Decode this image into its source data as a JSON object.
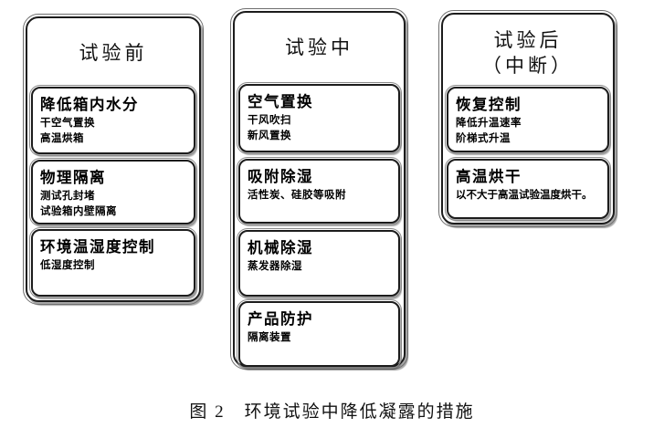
{
  "caption": "图 2　环境试验中降低凝露的措施",
  "columns": [
    {
      "title": "试验前",
      "boxes": [
        {
          "heading": "降低箱内水分",
          "lines": [
            "干空气置换",
            "高温烘箱"
          ]
        },
        {
          "heading": "物理隔离",
          "lines": [
            "测试孔封堵",
            "试验箱内壁隔离"
          ]
        },
        {
          "heading": "环境温湿度控制",
          "lines": [
            "低湿度控制"
          ]
        }
      ]
    },
    {
      "title": "试验中",
      "boxes": [
        {
          "heading": "空气置换",
          "lines": [
            "干风吹扫",
            "新风置换"
          ]
        },
        {
          "heading": "吸附除湿",
          "lines": [
            "活性炭、硅胶等吸附"
          ]
        },
        {
          "heading": "机械除湿",
          "lines": [
            "蒸发器除湿"
          ]
        },
        {
          "heading": "产品防护",
          "lines": [
            "隔离装置"
          ]
        }
      ]
    },
    {
      "title": "试验后",
      "title_line2": "（中断）",
      "boxes": [
        {
          "heading": "恢复控制",
          "lines": [
            "降低升温速率",
            "阶梯式升温"
          ]
        },
        {
          "heading": "高温烘干",
          "lines": [
            "以不大于高温试验温度烘干。"
          ]
        }
      ]
    }
  ]
}
